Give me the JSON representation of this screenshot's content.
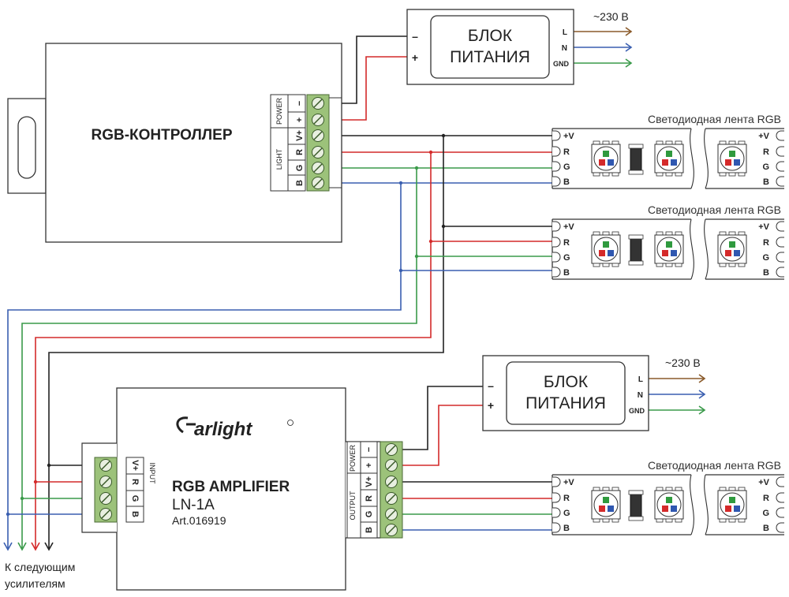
{
  "controller": {
    "title": "RGB-КОНТРОЛЛЕР"
  },
  "controller_terminals": {
    "power_group": "POWER",
    "light_group": "LIGHT",
    "pins": [
      "−",
      "+",
      "V+",
      "R",
      "G",
      "B"
    ]
  },
  "psu_top": {
    "label_line1": "БЛОК",
    "label_line2": "ПИТАНИЯ",
    "mains": "~230 В",
    "l": "L",
    "n": "N",
    "gnd": "GND",
    "minus": "–",
    "plus": "+"
  },
  "psu_bottom": {
    "label_line1": "БЛОК",
    "label_line2": "ПИТАНИЯ",
    "mains": "~230 В",
    "l": "L",
    "n": "N",
    "gnd": "GND",
    "minus": "–",
    "plus": "+"
  },
  "strips": [
    {
      "title": "Светодиодная лента RGB",
      "left_pins": [
        "+V",
        "R",
        "G",
        "B"
      ],
      "right_pins": [
        "+V",
        "R",
        "G",
        "B"
      ]
    },
    {
      "title": "Светодиодная лента RGB",
      "left_pins": [
        "+V",
        "R",
        "G",
        "B"
      ],
      "right_pins": [
        "+V",
        "R",
        "G",
        "B"
      ]
    },
    {
      "title": "Светодиодная лента RGB",
      "left_pins": [
        "+V",
        "R",
        "G",
        "B"
      ],
      "right_pins": [
        "+V",
        "R",
        "G",
        "B"
      ]
    }
  ],
  "amplifier": {
    "brand": "arlight",
    "title": "RGB AMPLIFIER",
    "model": "LN-1A",
    "art": "Art.016919",
    "input_group": "INPUT",
    "input_pins": [
      "V+",
      "R",
      "G",
      "B"
    ],
    "output_group": "OUTPUT",
    "power_group": "POWER",
    "output_pins": [
      "B",
      "G",
      "R",
      "V+",
      "+",
      "−"
    ]
  },
  "next_note": {
    "line1": "К следующим",
    "line2": "усилителям"
  },
  "colors": {
    "red": "#d42a2a",
    "green": "#3a9a4a",
    "blue": "#3a5fb0",
    "black": "#222222",
    "brown": "#8a5a2a",
    "terminal": "#9cc27a"
  }
}
